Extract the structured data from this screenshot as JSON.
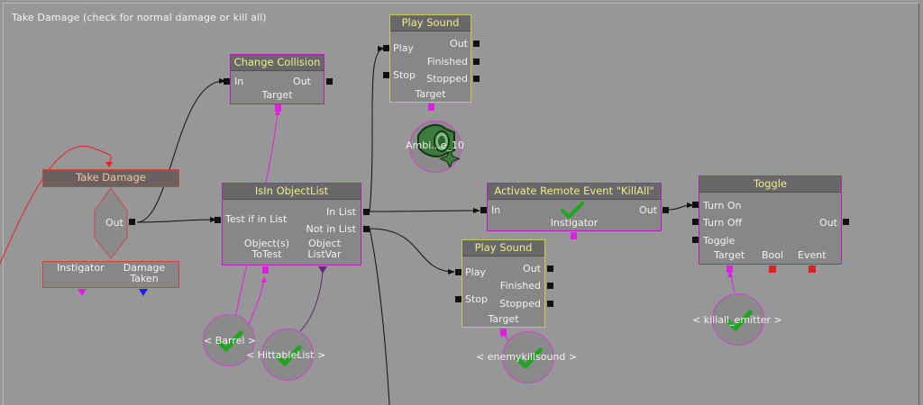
{
  "comment": "Take Damage (check for normal damage or kill all)",
  "nodes": {
    "take_damage": {
      "title": "Take Damage",
      "out": "Out",
      "instigator": "Instigator",
      "damage_taken": "Damage\nTaken"
    },
    "change_collision": {
      "title": "Change Collision",
      "in": "In",
      "out": "Out",
      "target": "Target"
    },
    "isin_objectlist": {
      "title": "IsIn ObjectList",
      "test": "Test if in List",
      "in_list": "In List",
      "not_in_list": "Not in List",
      "objects_to_test": "Object(s)\nToTest",
      "object_listvar": "Object\nListVar"
    },
    "play_sound_1": {
      "title": "Play Sound",
      "play": "Play",
      "stop": "Stop",
      "out": "Out",
      "finished": "Finished",
      "stopped": "Stopped",
      "target": "Target"
    },
    "play_sound_2": {
      "title": "Play Sound",
      "play": "Play",
      "stop": "Stop",
      "out": "Out",
      "finished": "Finished",
      "stopped": "Stopped",
      "target": "Target"
    },
    "activate_remote": {
      "title": "Activate Remote Event \"KillAll\"",
      "in": "In",
      "out": "Out",
      "instigator": "Instigator"
    },
    "toggle": {
      "title": "Toggle",
      "turn_on": "Turn On",
      "turn_off": "Turn Off",
      "toggle": "Toggle",
      "out": "Out",
      "target": "Target",
      "bool": "Bool",
      "event": "Event"
    }
  },
  "variables": {
    "barrel": "< Barrel >",
    "hittable_list": "< HittableList >",
    "ambient": "Ambi...e_10",
    "enemykillsound": "< enemykillsound >",
    "killall_emitter": "< killall_emitter >"
  },
  "colors": {
    "background": "#979797",
    "node_border_magenta": "#b61eb6",
    "node_border_yellow": "#c9c95a",
    "node_border_red": "#c84646",
    "title_text": "#eeee88",
    "var_link": "#e020e0",
    "check_green": "#22aa22"
  }
}
